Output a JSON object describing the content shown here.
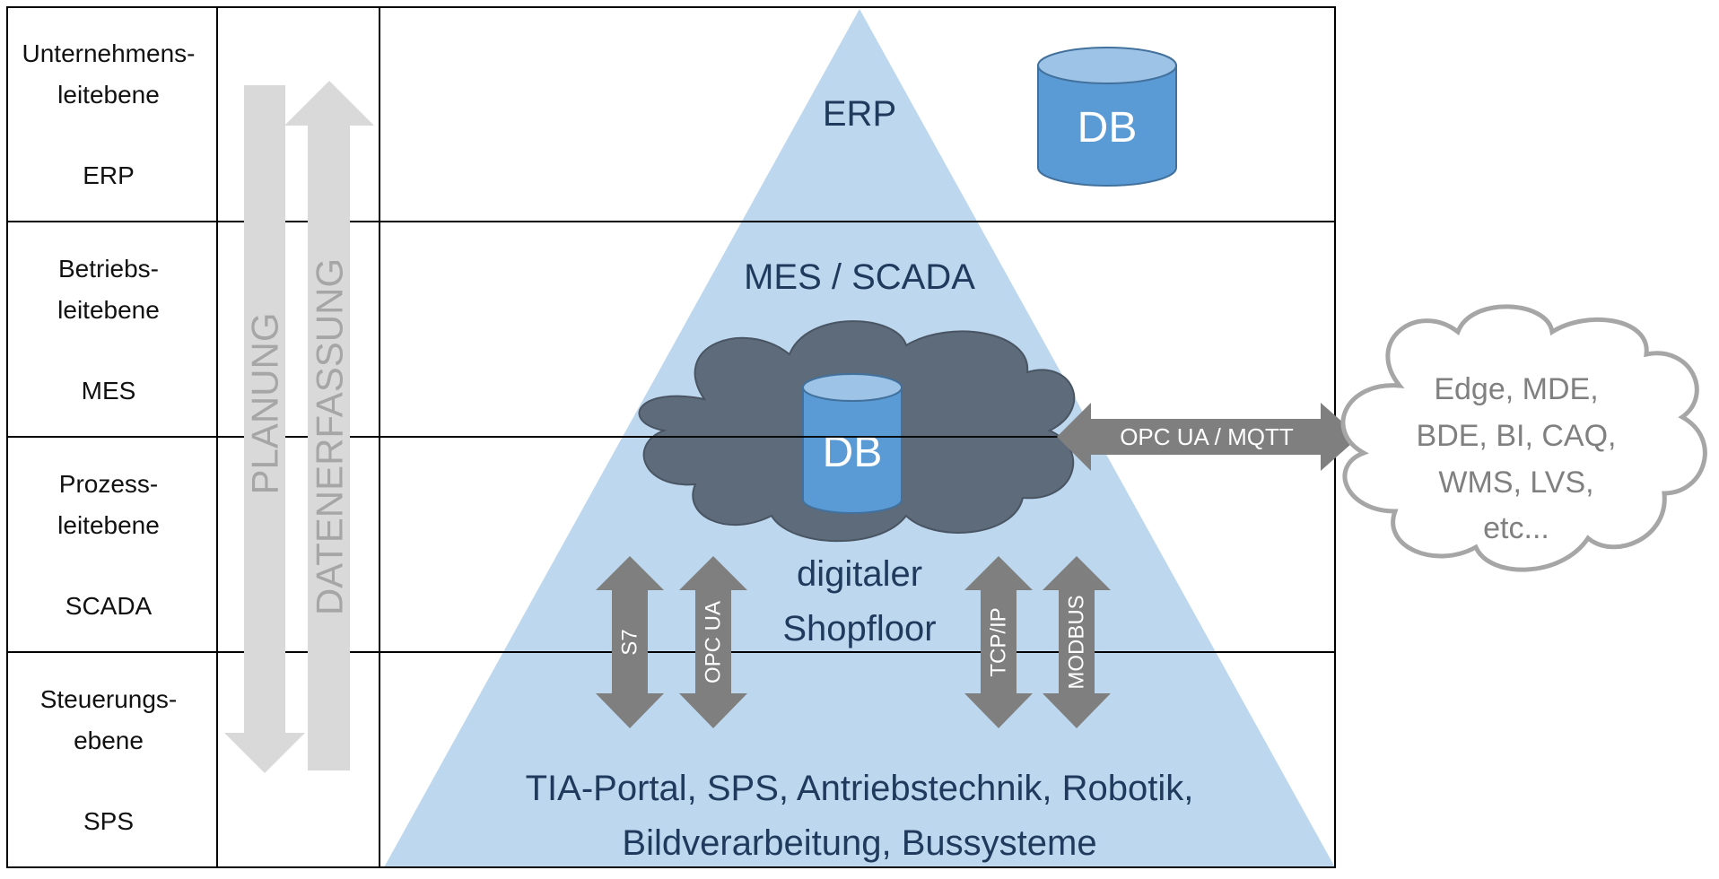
{
  "levels": [
    {
      "line1": "Unternehmens-",
      "line2": "leitebene",
      "abbr": "ERP"
    },
    {
      "line1": "Betriebs-",
      "line2": "leitebene",
      "abbr": "MES"
    },
    {
      "line1": "Prozess-",
      "line2": "leitebene",
      "abbr": "SCADA"
    },
    {
      "line1": "Steuerungs-",
      "line2": "ebene",
      "abbr": "SPS"
    }
  ],
  "arrows": {
    "down_label": "PLANUNG",
    "up_label": "DATENERFASSUNG"
  },
  "pyramid": {
    "top_label": "ERP",
    "mid_label": "MES / SCADA",
    "shopfloor_line1": "digitaler",
    "shopfloor_line2": "Shopfloor",
    "bottom_line1": "TIA-Portal, SPS, Antriebstechnik, Robotik,",
    "bottom_line2": "Bildverarbeitung, Bussysteme"
  },
  "databases": {
    "erp_db": "DB",
    "cloud_db": "DB"
  },
  "protocols": {
    "s7": "S7",
    "opc_ua": "OPC UA",
    "tcp_ip": "TCP/IP",
    "modbus": "MODBUS"
  },
  "connector": {
    "label": "OPC UA / MQTT"
  },
  "external_cloud": {
    "line1": "Edge, MDE,",
    "line2": "BDE, BI, CAQ,",
    "line3": "WMS, LVS,",
    "line4": "etc..."
  },
  "colors": {
    "pyramid_fill": "#bdd7ee",
    "text_dark": "#1f3a5c",
    "db_blue": "#5b9bd5",
    "db_top": "#9dc3e6",
    "cloud_dark": "#5d6b7b",
    "arrow_gray": "#7f7f7f",
    "side_arrow": "#d9d9d9",
    "outline_gray": "#a6a6a6"
  }
}
